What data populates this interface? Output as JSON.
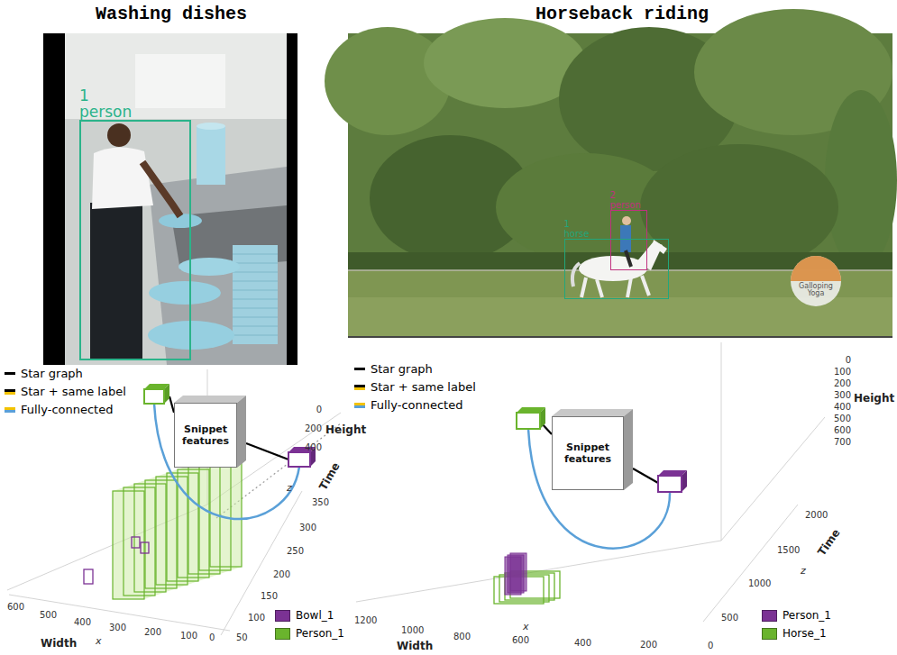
{
  "diagram": {
    "nodes": [
      {
        "text": [
          "1 person"
        ]
      },
      {
        "text": [
          "Snippet features"
        ]
      },
      {
        "text": [
          "2 person"
        ]
      },
      {
        "text": [
          "1 horse"
        ]
      },
      {
        "text": [
          "Snippet features"
        ]
      }
    ],
    "labels": [
      "Washing dishes",
      "Horseback riding",
      "Galloping Yoga",
      "0",
      "200",
      "400",
      "Height",
      "350",
      "300",
      "250",
      "200",
      "150",
      "100",
      "50",
      "Time",
      "z",
      "600",
      "500",
      "400",
      "300",
      "200",
      "100",
      "0",
      "Width",
      "x",
      "0",
      "100",
      "200",
      "300",
      "400",
      "500",
      "600",
      "700",
      "Height",
      "2000",
      "1500",
      "1000",
      "500",
      "Time",
      "z",
      "1200",
      "1000",
      "800",
      "600",
      "400",
      "200",
      "0",
      "Width",
      "x"
    ],
    "legend": [
      {
        "text": "Star graph"
      },
      {
        "text": "Star + same label"
      },
      {
        "text": "Fully-connected"
      },
      {
        "text": "Bowl_1",
        "color": "#7b3294"
      },
      {
        "text": "Person_1",
        "color": "#6ab42d"
      },
      {
        "text": "Star graph"
      },
      {
        "text": "Star + same label"
      },
      {
        "text": "Fully-connected"
      },
      {
        "text": "Person_1",
        "color": "#7b3294"
      },
      {
        "text": "Horse_1",
        "color": "#6ab42d"
      }
    ]
  }
}
